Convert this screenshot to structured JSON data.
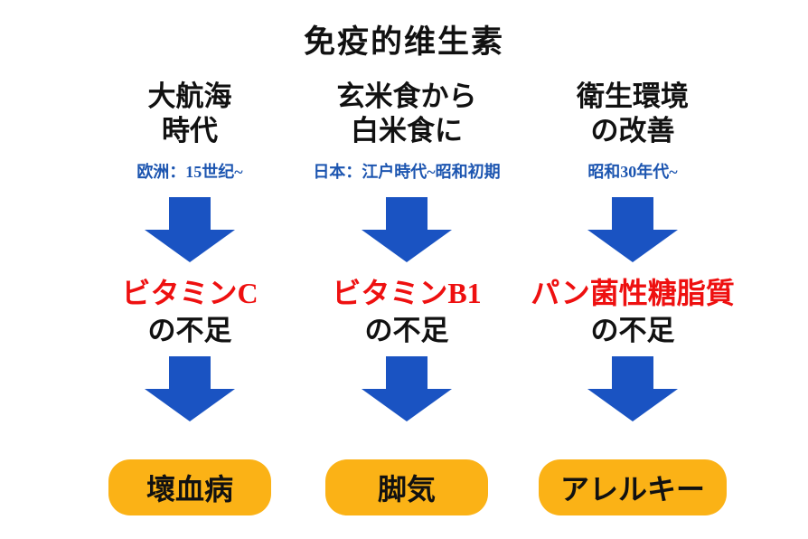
{
  "title": "免疫的维生素",
  "colors": {
    "arrow_blue": "#1A53C2",
    "period_blue": "#1C55B0",
    "deficiency_red": "#EE1010",
    "result_box_orange": "#FBB216",
    "text_black": "#111111",
    "background": "#FFFFFF"
  },
  "icons": {
    "down_arrow": "down-arrow"
  },
  "columns": [
    {
      "heading_line1": "大航海",
      "heading_line2": "時代",
      "period": "欧洲：15世纪~",
      "deficiency": "ビタミンC",
      "deficiency_suffix": "の不足",
      "result": "壞血病"
    },
    {
      "heading_line1": "玄米食から",
      "heading_line2": "白米食に",
      "period": "日本：江户時代~昭和初期",
      "deficiency": "ビタミンB1",
      "deficiency_suffix": "の不足",
      "result": "脚気"
    },
    {
      "heading_line1": "衛生環境",
      "heading_line2": "の改善",
      "period": "昭和30年代~",
      "deficiency": "パン菌性糖脂質",
      "deficiency_suffix": "の不足",
      "result": "アレルキー"
    }
  ]
}
